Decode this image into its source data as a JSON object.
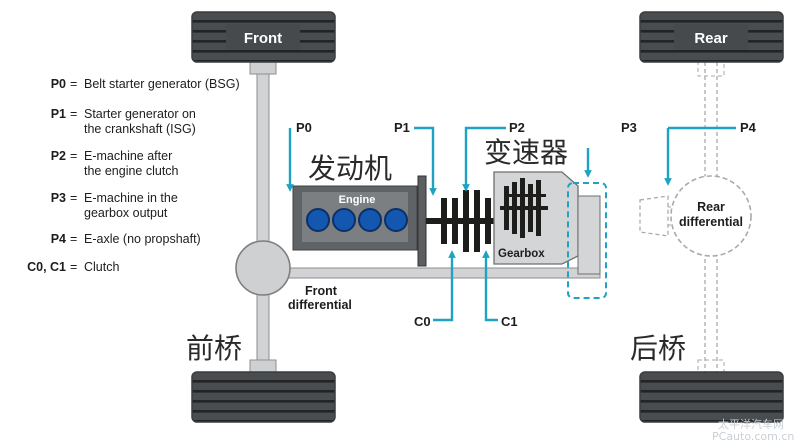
{
  "wheels": {
    "front_label": "Front",
    "rear_label": "Rear"
  },
  "legend": [
    {
      "key": "P0",
      "eq": "=",
      "lines": [
        "Belt starter generator (BSG)"
      ]
    },
    {
      "key": "P1",
      "eq": "=",
      "lines": [
        "Starter generator on",
        "the crankshaft (ISG)"
      ]
    },
    {
      "key": "P2",
      "eq": "=",
      "lines": [
        "E-machine after",
        "the engine clutch"
      ]
    },
    {
      "key": "P3",
      "eq": "=",
      "lines": [
        "E-machine in the",
        "gearbox output"
      ]
    },
    {
      "key": "P4",
      "eq": "=",
      "lines": [
        "E-axle (no propshaft)"
      ]
    },
    {
      "key": "C0, C1",
      "eq": "=",
      "lines": [
        "Clutch"
      ]
    }
  ],
  "positions": {
    "p0": "P0",
    "p1": "P1",
    "p2": "P2",
    "p3": "P3",
    "p4": "P4",
    "c0": "C0",
    "c1": "C1"
  },
  "components": {
    "engine_label": "Engine",
    "engine_cn": "发动机",
    "gearbox_label": "Gearbox",
    "gearbox_cn": "变速器",
    "front_diff_line1": "Front",
    "front_diff_line2": "differential",
    "rear_diff_line1": "Rear",
    "rear_diff_line2": "differential",
    "front_axle_cn": "前桥",
    "rear_axle_cn": "后桥"
  },
  "watermark": {
    "line1": "太平洋汽车网",
    "line2": "PCauto.com.cn"
  },
  "colors": {
    "accent": "#1fa3c3",
    "wheel": "#474a4c",
    "tread": "#2c2e30",
    "engine_body": "#616466",
    "piston": "#1457b0",
    "gear_gray": "#d4d5d6",
    "dark": "#1d1d1b"
  }
}
